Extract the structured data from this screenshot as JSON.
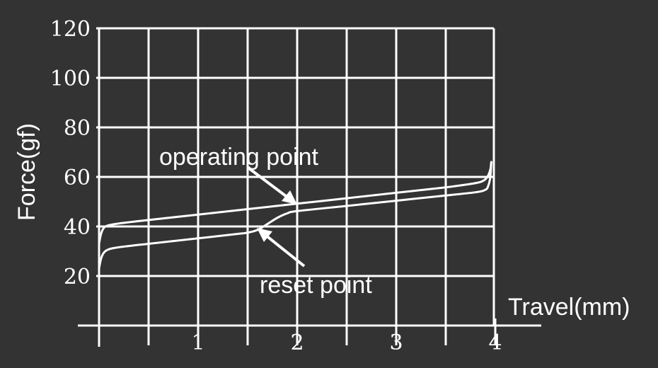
{
  "chart_data": {
    "type": "line",
    "title": "",
    "xlabel": "Travel(mm)",
    "ylabel": "Force(gf)",
    "xlim": [
      0,
      4
    ],
    "ylim": [
      0,
      120
    ],
    "x_ticks": [
      "1",
      "2",
      "3",
      "4"
    ],
    "y_ticks": [
      "20",
      "40",
      "60",
      "80",
      "100",
      "120"
    ],
    "grid": true,
    "colors": {
      "background": "#333333",
      "foreground": "#ffffff"
    },
    "series": [
      {
        "x": [
          0.0,
          0.02,
          0.05,
          0.1,
          0.2,
          0.5,
          1.0,
          1.5,
          2.0,
          2.5,
          3.0,
          3.5,
          3.8,
          3.88,
          3.92,
          3.95,
          3.96
        ],
        "y": [
          33,
          37,
          39.5,
          40.5,
          41.2,
          42.6,
          44.8,
          47.0,
          49.2,
          51.4,
          53.6,
          55.8,
          57.5,
          58.5,
          60,
          63,
          66
        ]
      },
      {
        "x": [
          0.0,
          0.02,
          0.05,
          0.1,
          0.2,
          0.5,
          1.0,
          1.4,
          1.5,
          1.6,
          1.7,
          1.8,
          1.9,
          2.0,
          2.5,
          3.0,
          3.5,
          3.8,
          3.9,
          3.93,
          3.95,
          3.96
        ],
        "y": [
          23,
          27,
          29.5,
          30.8,
          31.6,
          33.0,
          35.2,
          37.0,
          37.5,
          38.6,
          41.0,
          43.5,
          45.3,
          46.2,
          48.3,
          50.4,
          52.5,
          53.8,
          54.8,
          56.5,
          60,
          66
        ]
      }
    ],
    "annotations": [
      {
        "text": "operating point",
        "x": 2.0,
        "y": 50
      },
      {
        "text": "reset point",
        "x": 1.6,
        "y": 39
      }
    ]
  }
}
